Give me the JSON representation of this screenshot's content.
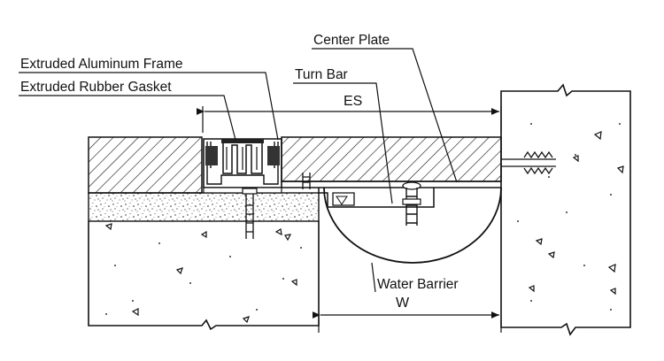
{
  "labels": {
    "center_plate": "Center Plate",
    "extruded_aluminum_frame": "Extruded Aluminum Frame",
    "turn_bar": "Turn Bar",
    "extruded_rubber_gasket": "Extruded Rubber Gasket",
    "water_barrier": "Water Barrier"
  },
  "dimensions": {
    "es": "ES",
    "w": "W"
  },
  "colors": {
    "line": "#111111",
    "background": "#ffffff"
  }
}
